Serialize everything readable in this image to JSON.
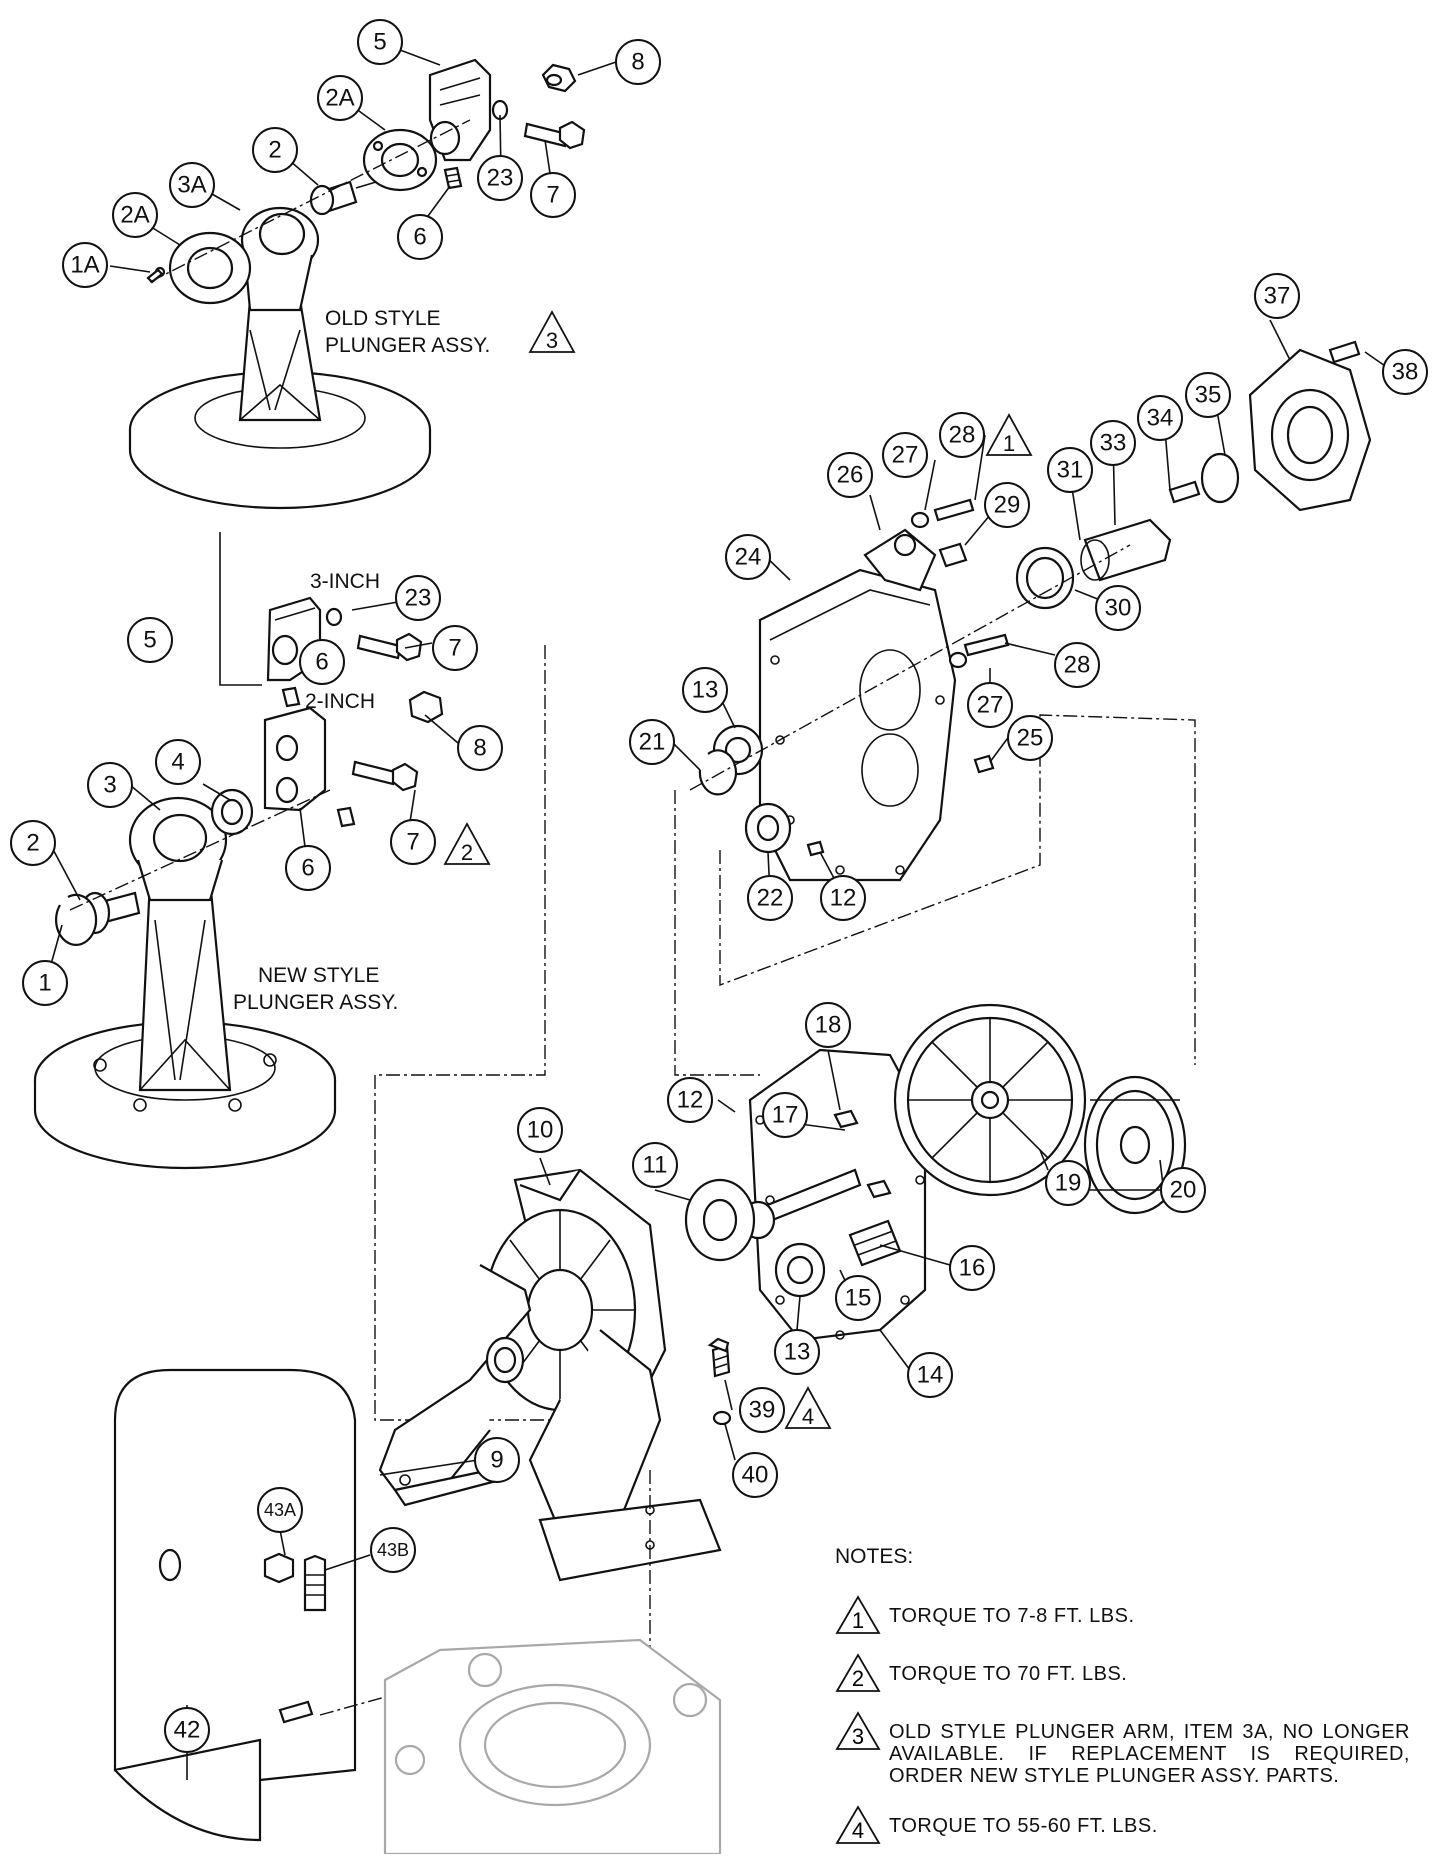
{
  "captions": {
    "old_style": [
      "OLD STYLE",
      "PLUNGER ASSY."
    ],
    "new_style": [
      "NEW STYLE",
      "PLUNGER ASSY."
    ],
    "three_inch": "3-INCH",
    "two_inch": "2-INCH"
  },
  "callouts": [
    {
      "id": "c-5-top",
      "label": "5"
    },
    {
      "id": "c-8-top",
      "label": "8"
    },
    {
      "id": "c-2a-top",
      "label": "2A"
    },
    {
      "id": "c-2-top",
      "label": "2"
    },
    {
      "id": "c-23-top",
      "label": "23"
    },
    {
      "id": "c-7-top",
      "label": "7"
    },
    {
      "id": "c-3a",
      "label": "3A"
    },
    {
      "id": "c-2a-left",
      "label": "2A"
    },
    {
      "id": "c-6-top",
      "label": "6"
    },
    {
      "id": "c-1a",
      "label": "1A"
    },
    {
      "id": "c-37",
      "label": "37"
    },
    {
      "id": "c-38",
      "label": "38"
    },
    {
      "id": "c-28-top",
      "label": "28"
    },
    {
      "id": "c-27-top",
      "label": "27"
    },
    {
      "id": "c-35",
      "label": "35"
    },
    {
      "id": "c-34",
      "label": "34"
    },
    {
      "id": "c-33",
      "label": "33"
    },
    {
      "id": "c-31",
      "label": "31"
    },
    {
      "id": "c-26",
      "label": "26"
    },
    {
      "id": "c-29",
      "label": "29"
    },
    {
      "id": "c-24",
      "label": "24"
    },
    {
      "id": "c-30",
      "label": "30"
    },
    {
      "id": "c-23-mid",
      "label": "23"
    },
    {
      "id": "c-5-mid",
      "label": "5"
    },
    {
      "id": "c-7-mid",
      "label": "7"
    },
    {
      "id": "c-6-mid",
      "label": "6"
    },
    {
      "id": "c-28-mid",
      "label": "28"
    },
    {
      "id": "c-13-top",
      "label": "13"
    },
    {
      "id": "c-27-mid",
      "label": "27"
    },
    {
      "id": "c-8-mid",
      "label": "8"
    },
    {
      "id": "c-25",
      "label": "25"
    },
    {
      "id": "c-21",
      "label": "21"
    },
    {
      "id": "c-4",
      "label": "4"
    },
    {
      "id": "c-3",
      "label": "3"
    },
    {
      "id": "c-2-new",
      "label": "2"
    },
    {
      "id": "c-7-low",
      "label": "7"
    },
    {
      "id": "c-6-low",
      "label": "6"
    },
    {
      "id": "c-22",
      "label": "22"
    },
    {
      "id": "c-12-top",
      "label": "12"
    },
    {
      "id": "c-1",
      "label": "1"
    },
    {
      "id": "c-18",
      "label": "18"
    },
    {
      "id": "c-12-low",
      "label": "12"
    },
    {
      "id": "c-17",
      "label": "17"
    },
    {
      "id": "c-10",
      "label": "10"
    },
    {
      "id": "c-11",
      "label": "11"
    },
    {
      "id": "c-19",
      "label": "19"
    },
    {
      "id": "c-20",
      "label": "20"
    },
    {
      "id": "c-16",
      "label": "16"
    },
    {
      "id": "c-15",
      "label": "15"
    },
    {
      "id": "c-13-low",
      "label": "13"
    },
    {
      "id": "c-14",
      "label": "14"
    },
    {
      "id": "c-39",
      "label": "39"
    },
    {
      "id": "c-40",
      "label": "40"
    },
    {
      "id": "c-9",
      "label": "9"
    },
    {
      "id": "c-43a",
      "label": "43A"
    },
    {
      "id": "c-43b",
      "label": "43B"
    },
    {
      "id": "c-42",
      "label": "42"
    }
  ],
  "flags": {
    "old_style": "3",
    "torque_28": "1",
    "torque_7": "2",
    "torque_39": "4"
  },
  "notes": {
    "title": "NOTES:",
    "items": [
      {
        "flag": "1",
        "text": "TORQUE TO 7-8 FT. LBS."
      },
      {
        "flag": "2",
        "text": "TORQUE TO 70 FT. LBS."
      },
      {
        "flag": "3",
        "text": "OLD STYLE PLUNGER ARM, ITEM 3A, NO LONGER AVAILABLE. IF REPLACEMENT IS REQUIRED, ORDER NEW STYLE PLUNGER ASSY. PARTS."
      },
      {
        "flag": "4",
        "text": "TORQUE TO 55-60 FT. LBS."
      }
    ]
  }
}
